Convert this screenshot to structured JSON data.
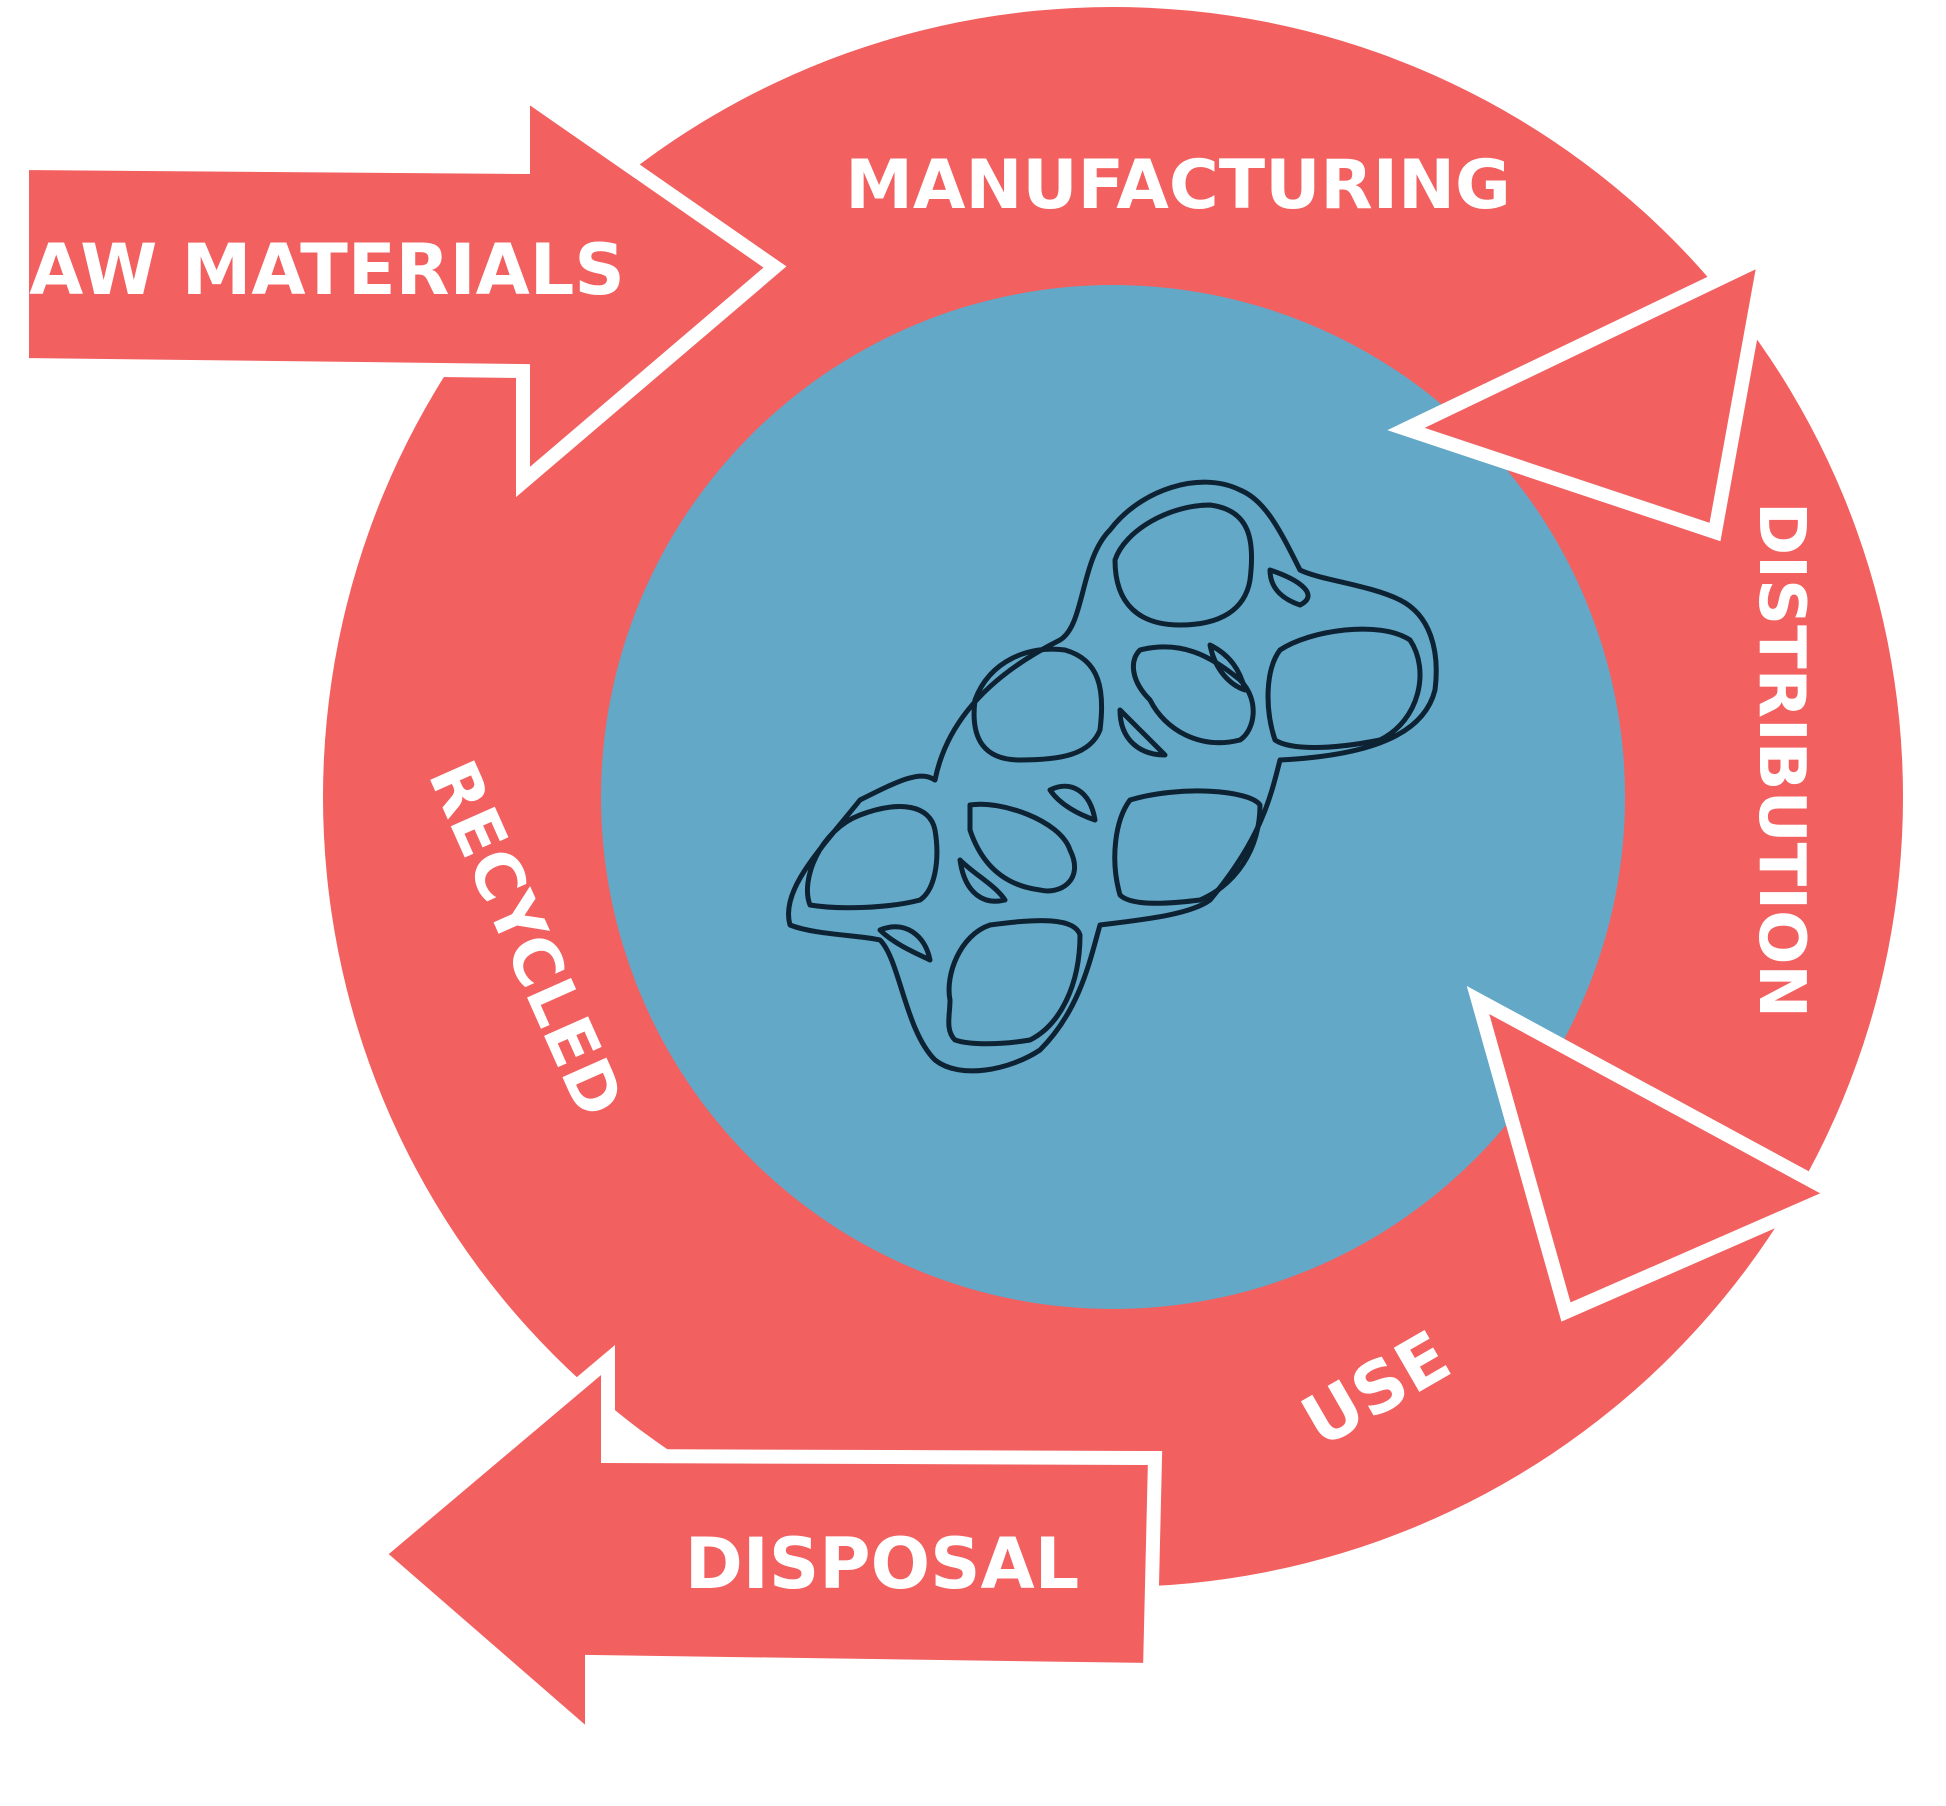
{
  "stages": {
    "raw_materials": "RAW MATERIALS",
    "manufacturing": "MANUFACTURING",
    "distribution": "DISTRIBUTION",
    "use": "USE",
    "disposal": "DISPOSAL",
    "recycled": "RECYCLED"
  },
  "colors": {
    "ring": "#f26060",
    "center": "#64a8c8",
    "outline": "#ffffff",
    "carrier_stroke": "#0d2233"
  },
  "icons": {
    "center": "six-pack-ring-carrier-icon"
  }
}
